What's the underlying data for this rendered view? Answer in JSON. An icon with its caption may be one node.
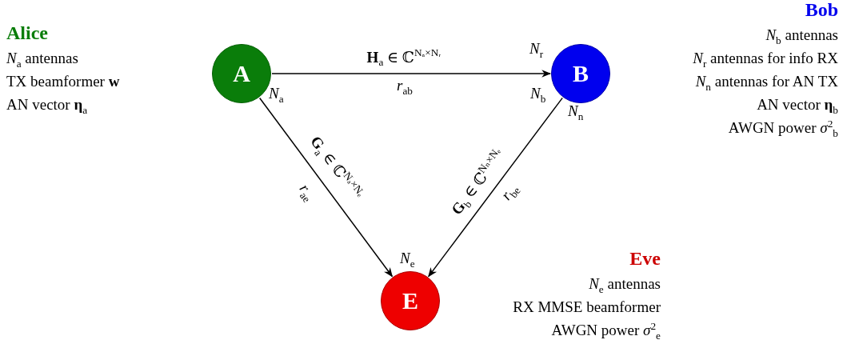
{
  "diagram": {
    "nodes": [
      {
        "text": [
          "A"
        ]
      },
      {
        "text": [
          "B"
        ]
      },
      {
        "text": [
          "E"
        ]
      }
    ],
    "edges": [
      {
        "from": 0,
        "to": 1,
        "arrow": "to",
        "label": "**H**$_{a}$ ∈ ℂ$^{Nₐ×Nᵣ}$"
      },
      {
        "from": 0,
        "to": 2,
        "arrow": "to",
        "label": "**G**$_{a}$ ∈ ℂ$^{Nₐ×Nₑ}$"
      },
      {
        "from": 1,
        "to": 2,
        "arrow": "to",
        "label": "**G**$_{b}$ ∈ ℂ$^{Nₙ×Nₑ}$"
      }
    ],
    "labels": [
      "Alice",
      "*N*$_{a}$ antennas",
      "TX beamformer **w**",
      "AN vector **η**$_{a}$",
      "Bob",
      "*N*$_{b}$ antennas",
      "*N*$_{r}$ antennas for info RX",
      "*N*$_{n}$ antennas for AN TX",
      "AN vector **η**$_{b}$",
      "AWGN power *σ*$^{2}$$_{b}$",
      "*N*$_{r}$",
      "*N*$_{a}$",
      "*N*$_{b}$",
      "*N*$_{n}$",
      "*r*$_{ab}$",
      "*r*$_{ae}$",
      "*r*$_{be}$",
      "*N*$_{e}$",
      "Eve",
      "*N*$_{e}$ antennas",
      "RX MMSE beamformer",
      "AWGN power *σ*$^{2}$$_{e}$"
    ]
  }
}
